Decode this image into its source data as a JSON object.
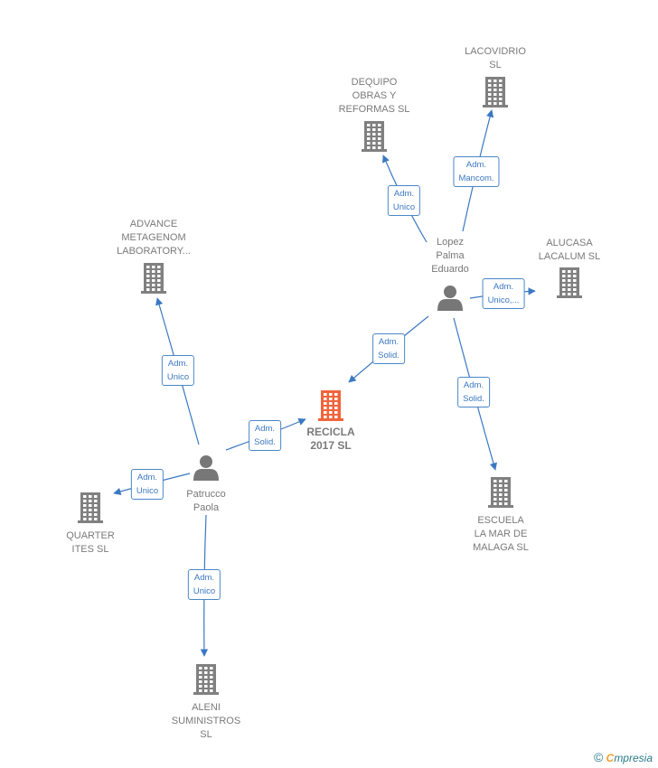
{
  "colors": {
    "edge": "#3b78c2",
    "company": "#808080",
    "center": "#f0643c",
    "person": "#777777"
  },
  "nodes": [
    {
      "id": "lacovidrio",
      "type": "company",
      "label": "LACOVIDRIO\nSL"
    },
    {
      "id": "dequipo",
      "type": "company",
      "label": "DEQUIPO\nOBRAS Y\nREFORMAS  SL"
    },
    {
      "id": "advance",
      "type": "company",
      "label": "ADVANCE\nMETAGENOM\nLABORATORY..."
    },
    {
      "id": "alucasa",
      "type": "company",
      "label": "ALUCASA\nLACALUM  SL"
    },
    {
      "id": "lopez",
      "type": "person",
      "label": "Lopez\nPalma\nEduardo"
    },
    {
      "id": "recicla",
      "type": "center",
      "label": "RECICLA\n2017  SL"
    },
    {
      "id": "patrucco",
      "type": "person",
      "label": "Patrucco\nPaola"
    },
    {
      "id": "quarter",
      "type": "company",
      "label": "QUARTER\nITES SL"
    },
    {
      "id": "escuela",
      "type": "company",
      "label": "ESCUELA\nLA MAR DE\nMALAGA  SL"
    },
    {
      "id": "aleni",
      "type": "company",
      "label": "ALENI\nSUMINISTROS\nSL"
    }
  ],
  "edges": [
    {
      "from": "lopez",
      "to": "lacovidrio",
      "label": "Adm.\nMancom."
    },
    {
      "from": "lopez",
      "to": "dequipo",
      "label": "Adm.\nUnico"
    },
    {
      "from": "lopez",
      "to": "alucasa",
      "label": "Adm.\nUnico,..."
    },
    {
      "from": "lopez",
      "to": "recicla",
      "label": "Adm.\nSolid."
    },
    {
      "from": "lopez",
      "to": "escuela",
      "label": "Adm.\nSolid."
    },
    {
      "from": "patrucco",
      "to": "advance",
      "label": "Adm.\nUnico"
    },
    {
      "from": "patrucco",
      "to": "recicla",
      "label": "Adm.\nSolid."
    },
    {
      "from": "patrucco",
      "to": "quarter",
      "label": "Adm.\nUnico"
    },
    {
      "from": "patrucco",
      "to": "aleni",
      "label": "Adm.\nUnico"
    }
  ],
  "footer": {
    "copyright": "©",
    "brand_first": "C",
    "brand_rest": "mpresia"
  }
}
